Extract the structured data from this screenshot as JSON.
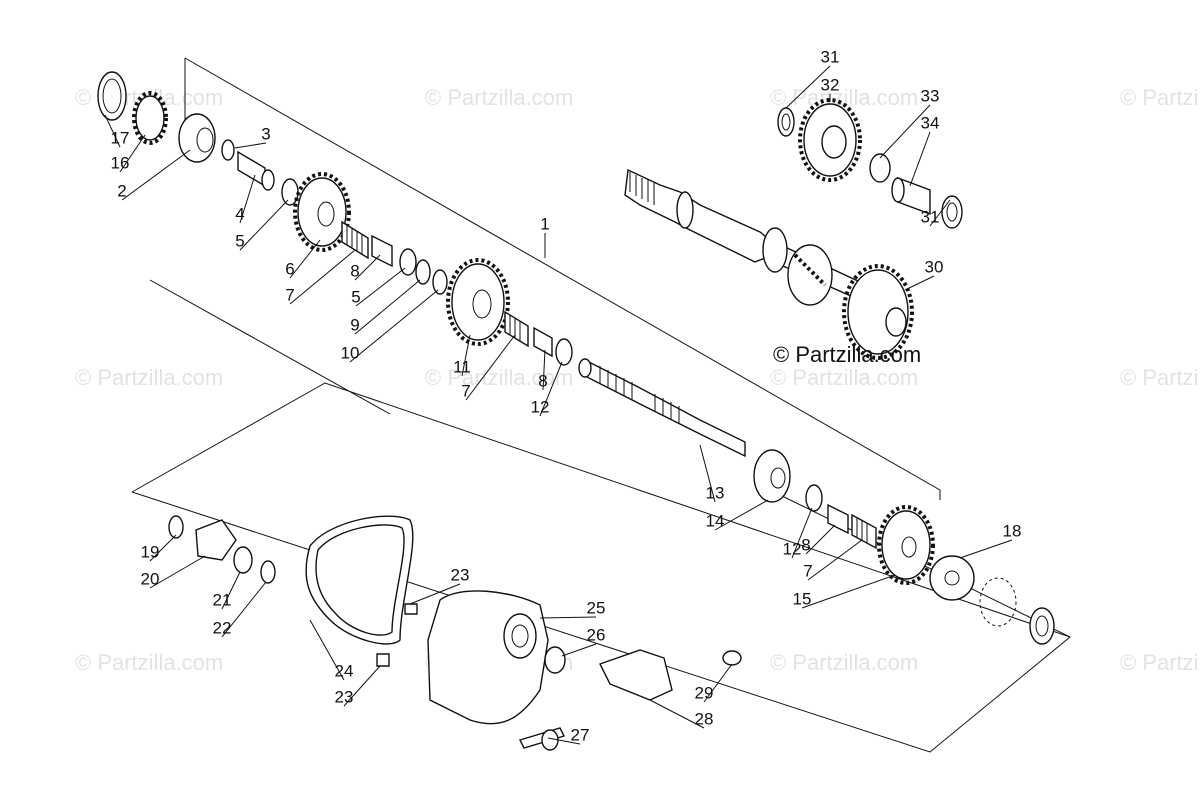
{
  "watermark": "© Partzilla.com",
  "copyright": "© Partzilla.com",
  "callouts": [
    "1",
    "2",
    "3",
    "4",
    "5",
    "5",
    "6",
    "7",
    "7",
    "7",
    "8",
    "8",
    "8",
    "9",
    "10",
    "11",
    "12",
    "12",
    "13",
    "14",
    "15",
    "16",
    "17",
    "18",
    "19",
    "20",
    "21",
    "22",
    "23",
    "23",
    "24",
    "25",
    "26",
    "27",
    "28",
    "29",
    "30",
    "31",
    "31",
    "32",
    "33",
    "34"
  ]
}
